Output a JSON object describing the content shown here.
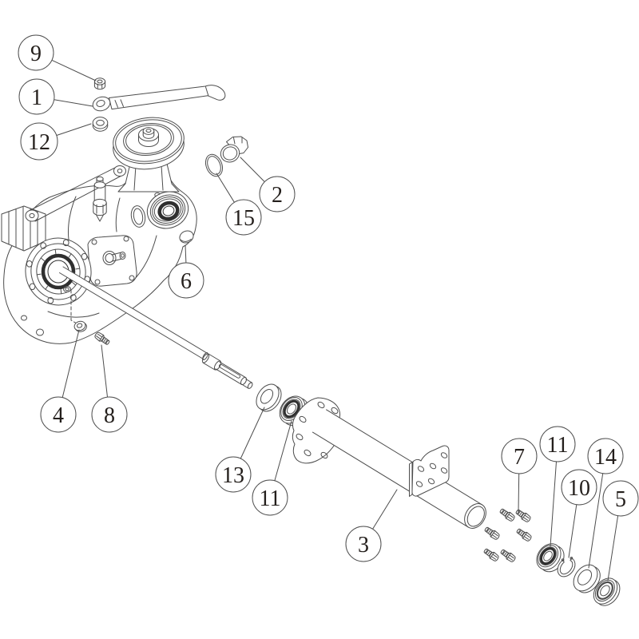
{
  "figure": {
    "type": "exploded-parts-diagram",
    "background": "#ffffff",
    "line_color": "#4d4d4d",
    "dark_accent_color": "#2f2f2f",
    "callout_text_color": "#241f1c"
  },
  "callouts": [
    {
      "label": "9"
    },
    {
      "label": "1"
    },
    {
      "label": "12"
    },
    {
      "label": "2"
    },
    {
      "label": "15"
    },
    {
      "label": "6"
    },
    {
      "label": "4"
    },
    {
      "label": "8"
    },
    {
      "label": "13"
    },
    {
      "label": "11"
    },
    {
      "label": "3"
    },
    {
      "label": "7"
    },
    {
      "label": "11"
    },
    {
      "label": "10"
    },
    {
      "label": "14"
    },
    {
      "label": "5"
    }
  ]
}
